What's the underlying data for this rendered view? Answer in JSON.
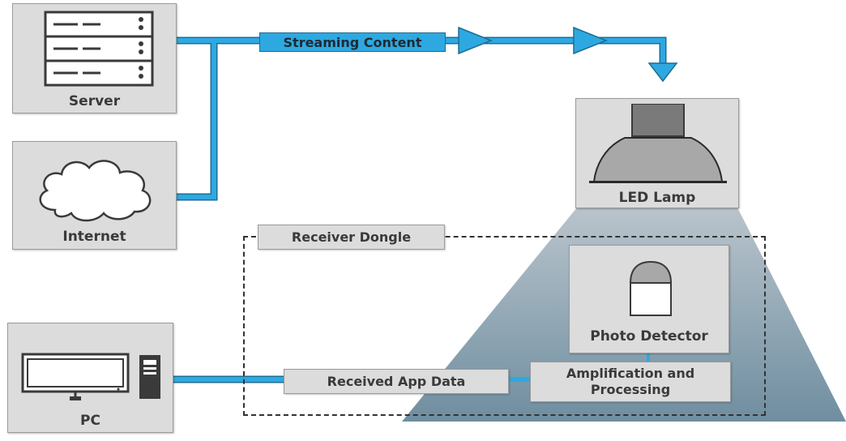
{
  "nodes": {
    "server": "Server",
    "internet": "Internet",
    "pc": "PC",
    "led_lamp": "LED Lamp",
    "receiver_dongle": "Receiver Dongle",
    "photo_detector": "Photo Detector",
    "amplification_line1": "Amplification and",
    "amplification_line2": "Processing",
    "received_app_data": "Received App Data"
  },
  "links": {
    "streaming_content": "Streaming Content"
  },
  "colors": {
    "wire": "#2ea8e0",
    "box": "#dcdcdc",
    "light_cone_top": "#b9c4cc",
    "light_cone_bottom": "#6f8ea0"
  },
  "icons": [
    "server-icon",
    "cloud-icon",
    "led-lamp-icon",
    "photo-detector-icon",
    "monitor-icon",
    "tower-icon"
  ]
}
